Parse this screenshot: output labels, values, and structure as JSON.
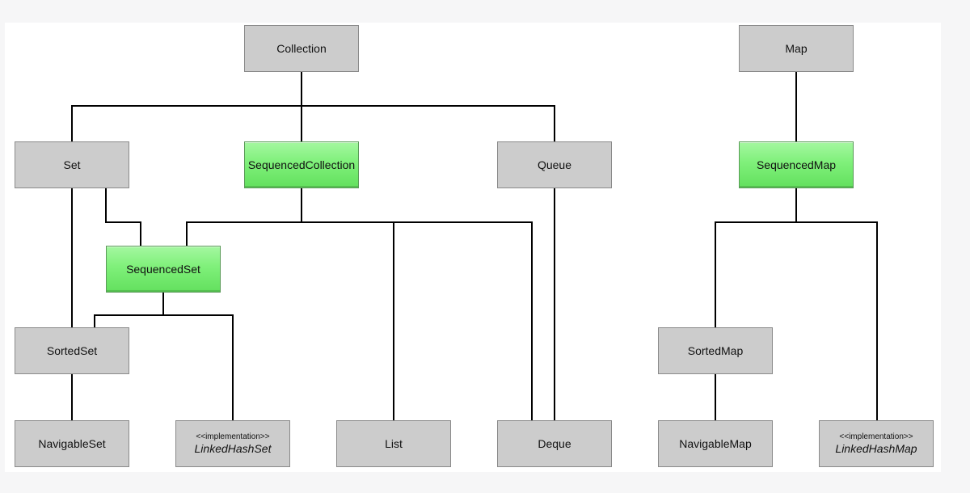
{
  "nodes": {
    "collection": "Collection",
    "map": "Map",
    "set": "Set",
    "sequenced_collection": "SequencedCollection",
    "queue": "Queue",
    "sequenced_map": "SequencedMap",
    "sequenced_set": "SequencedSet",
    "sorted_set": "SortedSet",
    "sorted_map": "SortedMap",
    "navigable_set": "NavigableSet",
    "linked_hash_set": {
      "stereotype": "<<implementation>>",
      "name": "LinkedHashSet"
    },
    "list": "List",
    "deque": "Deque",
    "navigable_map": "NavigableMap",
    "linked_hash_map": {
      "stereotype": "<<implementation>>",
      "name": "LinkedHashMap"
    }
  },
  "colors": {
    "default_box": "#cccccc",
    "highlight_box": "#7ff07a",
    "connector": "#000000"
  }
}
